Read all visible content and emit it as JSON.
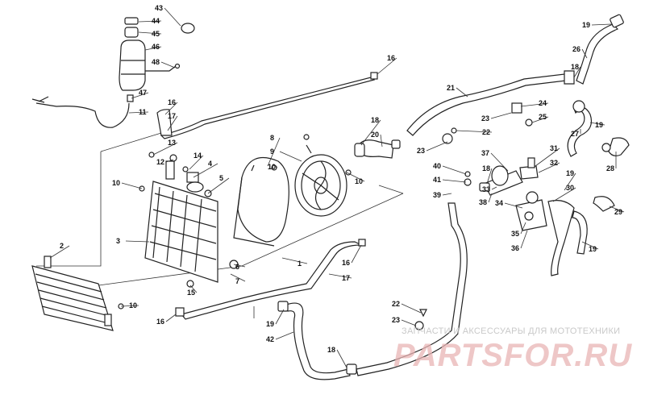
{
  "diagram": {
    "callouts": [
      {
        "id": "c43",
        "label": "43"
      },
      {
        "id": "c44",
        "label": "44"
      },
      {
        "id": "c45",
        "label": "45"
      },
      {
        "id": "c46",
        "label": "46"
      },
      {
        "id": "c48",
        "label": "48"
      },
      {
        "id": "c47",
        "label": "47"
      },
      {
        "id": "c11",
        "label": "11"
      },
      {
        "id": "c16a",
        "label": "16"
      },
      {
        "id": "c16b",
        "label": "16"
      },
      {
        "id": "c17a",
        "label": "17"
      },
      {
        "id": "c13",
        "label": "13"
      },
      {
        "id": "c14",
        "label": "14"
      },
      {
        "id": "c12",
        "label": "12"
      },
      {
        "id": "c4",
        "label": "4"
      },
      {
        "id": "c5",
        "label": "5"
      },
      {
        "id": "c10a",
        "label": "10"
      },
      {
        "id": "c3",
        "label": "3"
      },
      {
        "id": "c2",
        "label": "2"
      },
      {
        "id": "c6",
        "label": "6"
      },
      {
        "id": "c7",
        "label": "7"
      },
      {
        "id": "c15",
        "label": "15"
      },
      {
        "id": "c10b",
        "label": "10"
      },
      {
        "id": "c16c",
        "label": "16"
      },
      {
        "id": "c8",
        "label": "8"
      },
      {
        "id": "c9",
        "label": "9"
      },
      {
        "id": "c10c",
        "label": "10"
      },
      {
        "id": "c10d",
        "label": "10"
      },
      {
        "id": "c1",
        "label": "1"
      },
      {
        "id": "c16d",
        "label": "16"
      },
      {
        "id": "c17b",
        "label": "17"
      },
      {
        "id": "c19a",
        "label": "19"
      },
      {
        "id": "c42",
        "label": "42"
      },
      {
        "id": "c18a",
        "label": "18"
      },
      {
        "id": "c22a",
        "label": "22"
      },
      {
        "id": "c23a",
        "label": "23"
      },
      {
        "id": "c18b",
        "label": "18"
      },
      {
        "id": "c20",
        "label": "20"
      },
      {
        "id": "c21",
        "label": "21"
      },
      {
        "id": "c23b",
        "label": "23"
      },
      {
        "id": "c22b",
        "label": "22"
      },
      {
        "id": "c24",
        "label": "24"
      },
      {
        "id": "c23c",
        "label": "23"
      },
      {
        "id": "c25",
        "label": "25"
      },
      {
        "id": "c19b",
        "label": "19"
      },
      {
        "id": "c26",
        "label": "26"
      },
      {
        "id": "c18c",
        "label": "18"
      },
      {
        "id": "c19c",
        "label": "19"
      },
      {
        "id": "c27",
        "label": "27"
      },
      {
        "id": "c28",
        "label": "28"
      },
      {
        "id": "c37",
        "label": "37"
      },
      {
        "id": "c31",
        "label": "31"
      },
      {
        "id": "c40",
        "label": "40"
      },
      {
        "id": "c18d",
        "label": "18"
      },
      {
        "id": "c32",
        "label": "32"
      },
      {
        "id": "c41",
        "label": "41"
      },
      {
        "id": "c33",
        "label": "33"
      },
      {
        "id": "c39",
        "label": "39"
      },
      {
        "id": "c38",
        "label": "38"
      },
      {
        "id": "c19d",
        "label": "19"
      },
      {
        "id": "c30",
        "label": "30"
      },
      {
        "id": "c34",
        "label": "34"
      },
      {
        "id": "c29",
        "label": "29"
      },
      {
        "id": "c35",
        "label": "35"
      },
      {
        "id": "c36",
        "label": "36"
      },
      {
        "id": "c19e",
        "label": "19"
      }
    ]
  },
  "watermark": {
    "subtitle": "ЗАПЧАСТИ И АКСЕССУАРЫ ДЛЯ МОТОТЕХНИКИ",
    "logo_text": "PARTSFOR.RU",
    "color": "#e8b4b4"
  }
}
